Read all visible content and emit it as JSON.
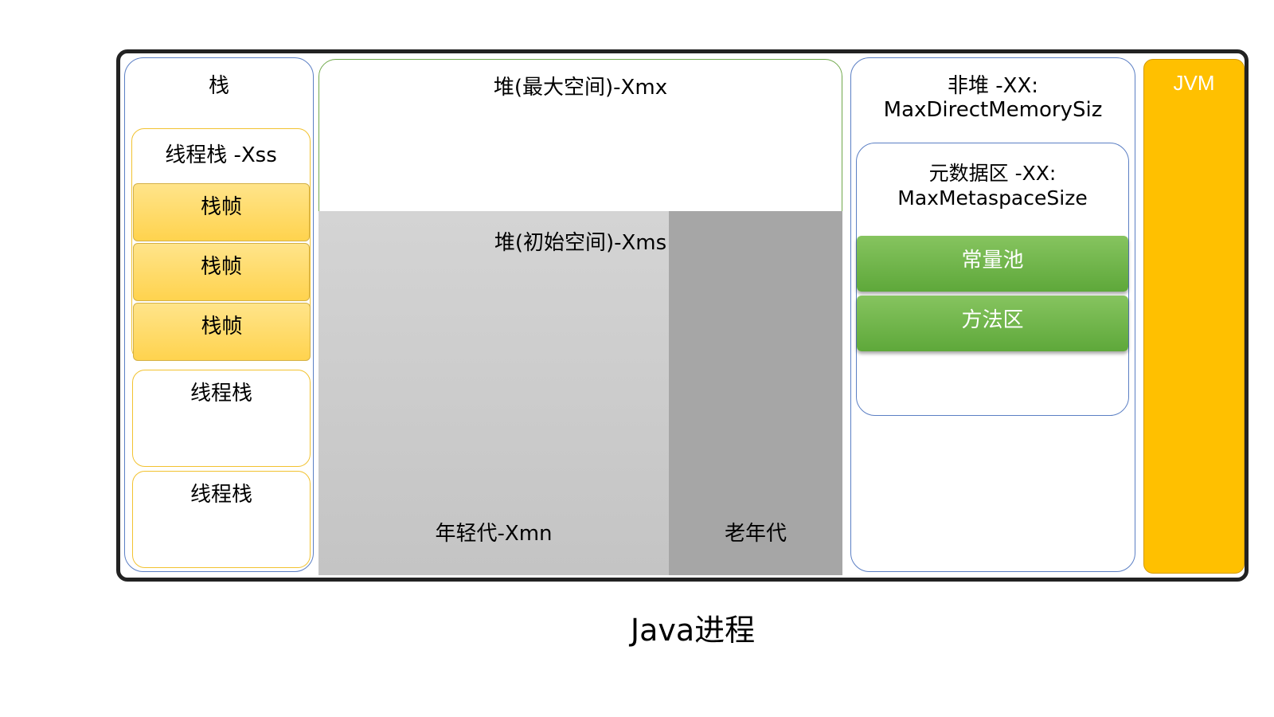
{
  "stack": {
    "title": "栈",
    "thread_stack_main": "线程栈 -Xss",
    "frames": [
      "栈帧",
      "栈帧",
      "栈帧"
    ],
    "thread_stack_2": "线程栈",
    "thread_stack_3": "线程栈"
  },
  "heap": {
    "max_label": "堆(最大空间)-Xmx",
    "init_label": "堆(初始空间)-Xms",
    "young_label": "年轻代-Xmn",
    "old_label": "老年代"
  },
  "nonheap": {
    "title_line1": "非堆 -XX:",
    "title_line2": "MaxDirectMemorySiz",
    "metaspace_line1": "元数据区 -XX:",
    "metaspace_line2": "MaxMetaspaceSize",
    "constant_pool": "常量池",
    "method_area": "方法区"
  },
  "jvm": {
    "label": "JVM"
  },
  "caption": "Java进程",
  "colors": {
    "frame_border": "#222222",
    "stack_border": "#5b7fc4",
    "thread_stack_border": "#f2c230",
    "stack_frame_fill": "#ffd34e",
    "heap_border": "#6fa84a",
    "young_gen_fill": "#c8c8c8",
    "old_gen_fill": "#a6a6a6",
    "green_fill": "#6cb545",
    "jvm_fill": "#ffc000"
  }
}
